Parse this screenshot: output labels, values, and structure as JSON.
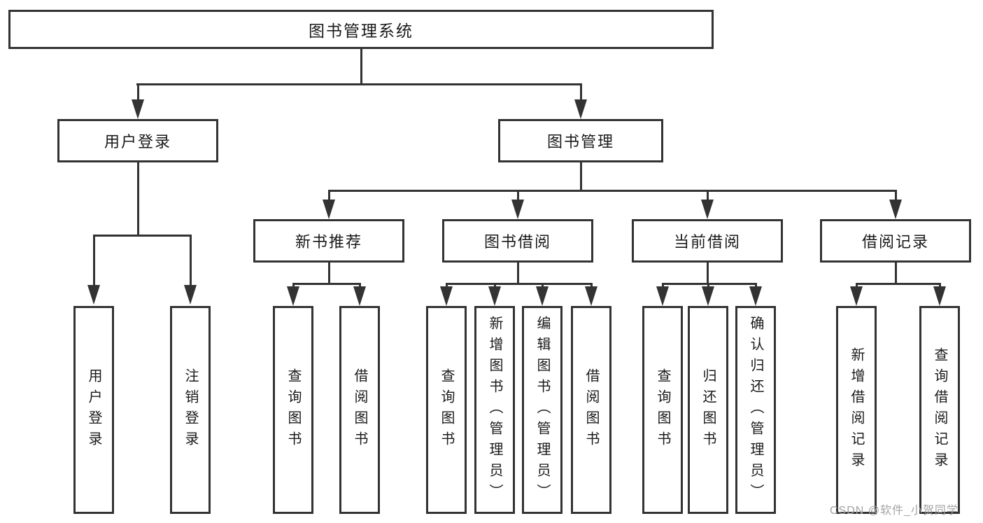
{
  "tree": {
    "root": {
      "label": "图书管理系统"
    },
    "branches": [
      {
        "label": "用户登录",
        "leaves": [
          "用户登录",
          "注销登录"
        ]
      },
      {
        "label": "图书管理",
        "groups": [
          {
            "label": "新书推荐",
            "leaves": [
              "查询图书",
              "借阅图书"
            ]
          },
          {
            "label": "图书借阅",
            "leaves": [
              "查询图书",
              "新增图书（管理员）",
              "编辑图书（管理员）",
              "借阅图书"
            ]
          },
          {
            "label": "当前借阅",
            "leaves": [
              "查询图书",
              "归还图书",
              "确认归还（管理员）"
            ]
          },
          {
            "label": "借阅记录",
            "leaves": [
              "新增借阅记录",
              "查询借阅记录"
            ]
          }
        ]
      }
    ]
  },
  "watermark": "CSDN @软件_小贺同学",
  "colors": {
    "line": "#333333",
    "text": "#1a1a1a",
    "watermark": "#a3a3a3",
    "background": "#ffffff"
  }
}
